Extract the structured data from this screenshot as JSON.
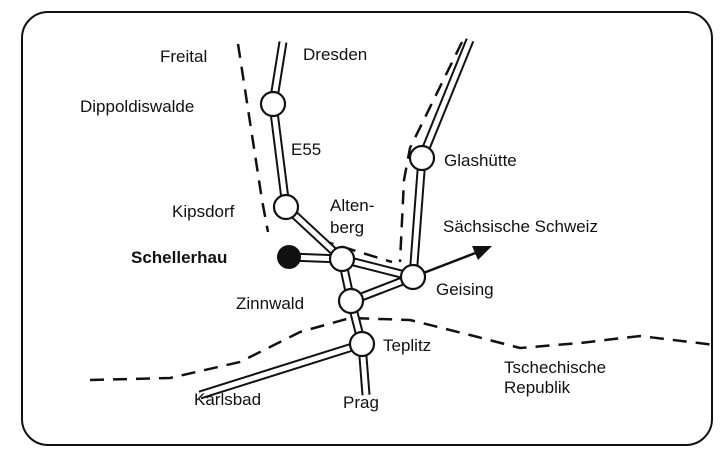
{
  "map": {
    "places": {
      "freital": "Freital",
      "dresden": "Dresden",
      "dippoldiswalde": "Dippoldiswalde",
      "e55": "E55",
      "glashuette": "Glashütte",
      "kipsdorf": "Kipsdorf",
      "altenberg_1": "Alten-",
      "altenberg_2": "berg",
      "saechsische_schweiz": "Sächsische Schweiz",
      "schellerhau": "Schellerhau",
      "geising": "Geising",
      "zinnwald": "Zinnwald",
      "teplitz": "Teplitz",
      "tschechische_1": "Tschechische",
      "tschechische_2": "Republik",
      "karlsbad": "Karlsbad",
      "prag": "Prag"
    },
    "colors": {
      "ink": "#111111",
      "paper": "#ffffff"
    }
  }
}
